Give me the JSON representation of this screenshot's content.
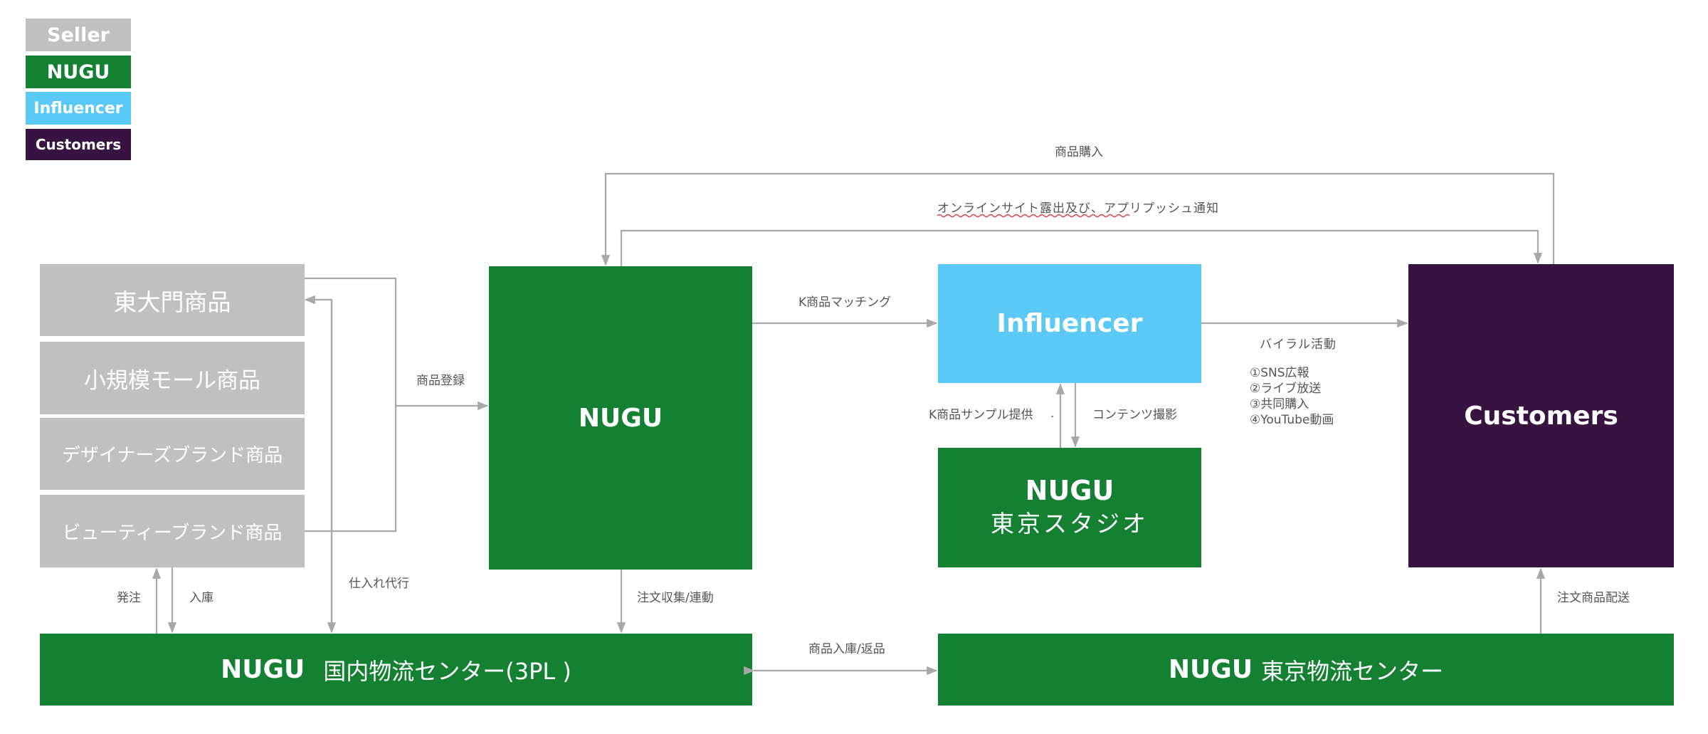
{
  "colors": {
    "seller": "#c0c0c0",
    "nugu": "#138131",
    "influencer": "#5bc9f6",
    "customers": "#371342",
    "arrow": "#a8a8a8"
  },
  "legend": {
    "seller": "Seller",
    "nugu": "NUGU",
    "influencer": "Influencer",
    "customers": "Customers"
  },
  "sellers": [
    "東大門商品",
    "小規模モール商品",
    "デザイナーズブランド商品",
    "ビューティーブランド商品"
  ],
  "nodes": {
    "nugu": "NUGU",
    "influencer": "Influencer",
    "studio_line1": "NUGU",
    "studio_line2": "東京スタジオ",
    "customers": "Customers",
    "logistics_domestic_brand": "NUGU",
    "logistics_domestic_name": "国内物流センター(3PL )",
    "logistics_tokyo_brand": "NUGU",
    "logistics_tokyo_name": "東京物流センター"
  },
  "edges": {
    "purchase": "商品購入",
    "push_notification": "オンラインサイト露出及び、アプリプッシュ通知",
    "product_registration": "商品登録",
    "k_matching": "K商品マッチング",
    "viral": "バイラル活動",
    "viral_items": [
      "①SNS広報",
      "②ライブ放送",
      "③共同購入",
      "④YouTube動画"
    ],
    "sample": "K商品サンプル提供",
    "sample_dot": ".",
    "content_shooting": "コンテンツ撮影",
    "order": "発注",
    "inbound": "入庫",
    "procurement_agency": "仕入れ代行",
    "order_collection": "注文収集/連動",
    "stock_return": "商品入庫/返品",
    "delivery": "注文商品配送"
  }
}
